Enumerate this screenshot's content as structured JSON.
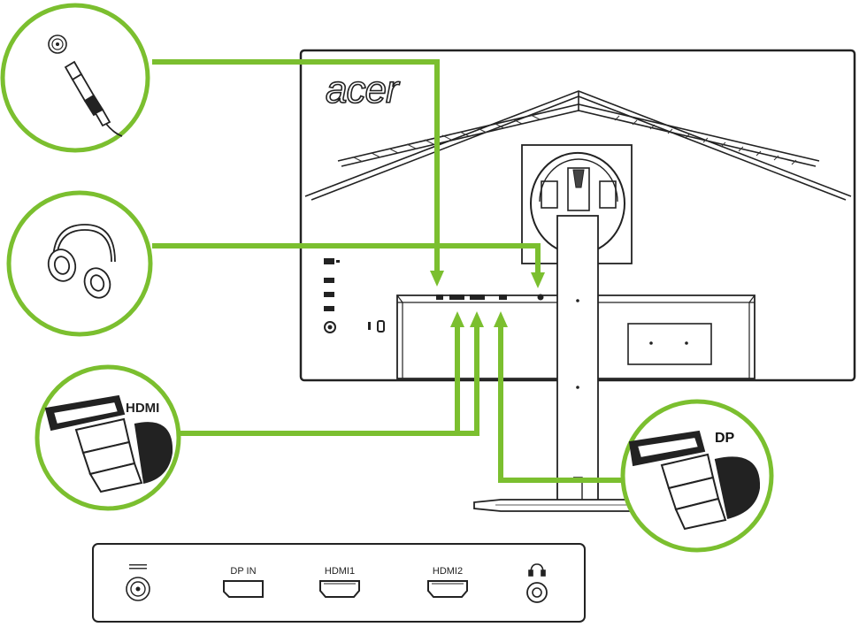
{
  "brand": {
    "logo_text": "acer"
  },
  "callouts": {
    "power": {
      "label": ""
    },
    "audio": {
      "label": ""
    },
    "hdmi": {
      "logo_text": "HDMI"
    },
    "dp": {
      "label": "DP"
    }
  },
  "port_panel": {
    "ports": [
      {
        "label": "",
        "icon": "dc-power-jack-icon"
      },
      {
        "label": "DP IN",
        "icon": "displayport-socket-icon"
      },
      {
        "label": "HDMI1",
        "icon": "hdmi-socket-icon"
      },
      {
        "label": "HDMI2",
        "icon": "hdmi-socket-icon"
      },
      {
        "label": "",
        "icon": "headphone-jack-icon"
      }
    ]
  },
  "colors": {
    "cable_green": "#7bbf2f",
    "outline": "#222222",
    "background": "#ffffff"
  }
}
